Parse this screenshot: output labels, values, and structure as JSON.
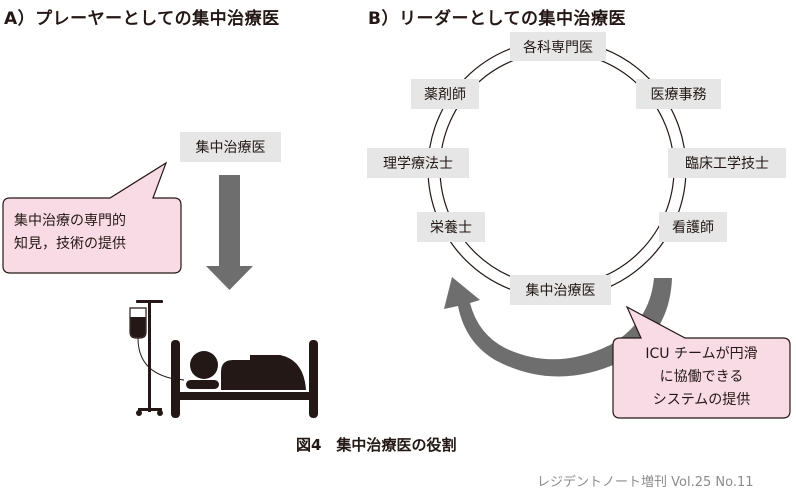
{
  "panel_a": {
    "heading": "A）プレーヤーとしての集中治療医",
    "doctor_label": "集中治療医",
    "bubble_lines": [
      "集中治療の専門的",
      "知見，技術の提供"
    ],
    "icon": "patient-in-bed-with-iv-icon"
  },
  "panel_b": {
    "heading": "B）リーダーとしての集中治療医",
    "ring_labels": {
      "top": "各科専門医",
      "upper_left": "薬剤師",
      "upper_right": "医療事務",
      "mid_left": "理学療法士",
      "mid_right": "臨床工学技士",
      "lower_left": "栄養士",
      "lower_right": "看護師",
      "bottom": "集中治療医"
    },
    "bubble_lines": [
      "ICU チームが円滑",
      "に協働できる",
      "システムの提供"
    ]
  },
  "figure_caption": "図4　集中治療医の役割",
  "credit": "レジデントノート増刊 Vol.25 No.11",
  "colors": {
    "label_bg": "#e6e6e6",
    "arrow_gray": "#6e6e6e",
    "bubble_fill": "#f9dbe6",
    "ink": "#231815",
    "credit_gray": "#8c8c8c"
  }
}
